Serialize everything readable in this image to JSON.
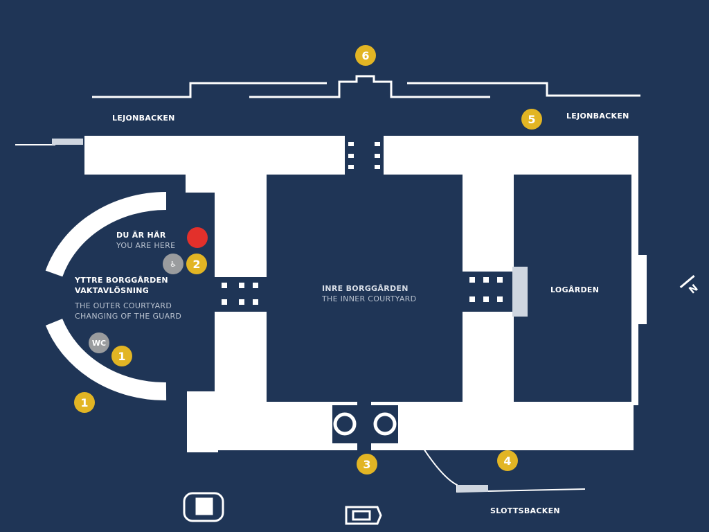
{
  "streets": {
    "top_left": "LEJONBACKEN",
    "top_right": "LEJONBACKEN",
    "bottom": "SLOTTSBACKEN"
  },
  "you_are_here": {
    "sv": "DU ÄR HÄR",
    "en": "YOU ARE HERE",
    "color": "#e3302b"
  },
  "outer_courtyard": {
    "sv1": "YTTRE BORGGÅRDEN",
    "sv2": "VAKTAVLÖSNING",
    "en1": "THE OUTER COURTYARD",
    "en2": "CHANGING OF THE GUARD"
  },
  "inner_courtyard": {
    "sv": "INRE BORGGÅRDEN",
    "en": "THE INNER COURTYARD"
  },
  "logarden": "LOGÅRDEN",
  "markers": [
    "6",
    "5",
    "2",
    "1",
    "1",
    "3",
    "4"
  ],
  "wc": "WC",
  "compass": "N",
  "colors": {
    "background": "#1f3556",
    "marker": "#e2b524",
    "building": "#ffffff"
  }
}
